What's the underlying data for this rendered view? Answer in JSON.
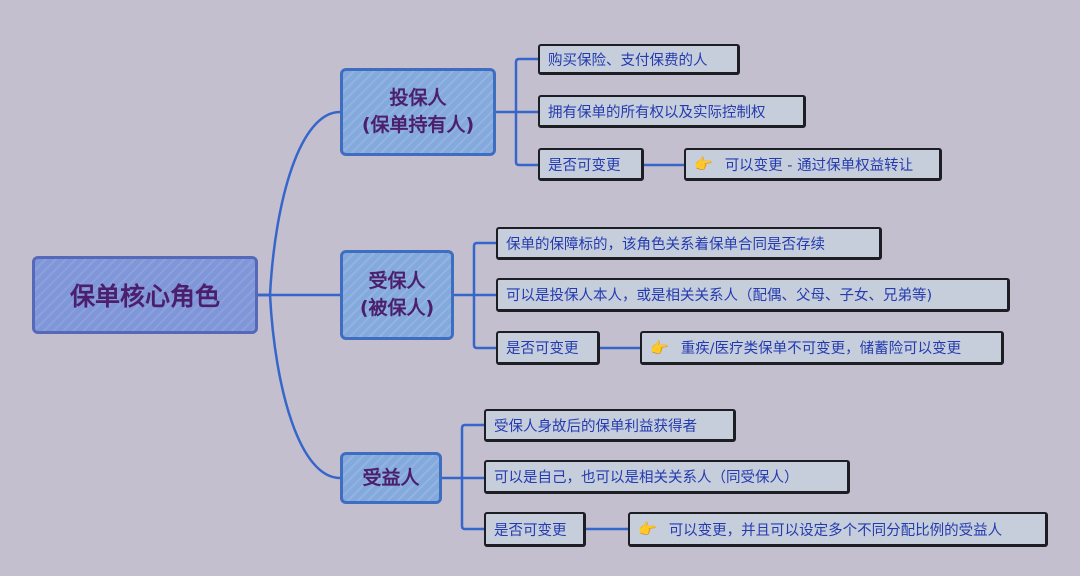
{
  "root": {
    "label": "保单核心角色"
  },
  "branches": [
    {
      "label_line1": "投保人",
      "label_line2": "(保单持有人)",
      "items": [
        "购买保险、支付保费的人",
        "拥有保单的所有权以及实际控制权",
        "是否可变更"
      ],
      "change_note": "可以变更 - 通过保单权益转让"
    },
    {
      "label_line1": "受保人",
      "label_line2": "(被保人)",
      "items": [
        "保单的保障标的，该角色关系着保单合同是否存续",
        "可以是投保人本人，或是相关关系人（配偶、父母、子女、兄弟等)",
        "是否可变更"
      ],
      "change_note": "重疾/医疗类保单不可变更，储蓄险可以变更"
    },
    {
      "label_line1": "受益人",
      "label_line2": "",
      "items": [
        "受保人身故后的保单利益获得者",
        "可以是自己，也可以是相关关系人（同受保人）",
        "是否可变更"
      ],
      "change_note": "可以变更，并且可以设定多个不同分配比例的受益人"
    }
  ],
  "icons": {
    "note_icon": "pointing-hand-icon",
    "note_glyph": "👉"
  },
  "colors": {
    "background": "#c4bfcf",
    "root_fill": "#7f96d8",
    "branch_fill": "#84a9dc",
    "leaf_fill": "#c6cedb",
    "connector": "#3566c9",
    "title_text": "#4b1f6e",
    "leaf_text": "#243bb0"
  }
}
